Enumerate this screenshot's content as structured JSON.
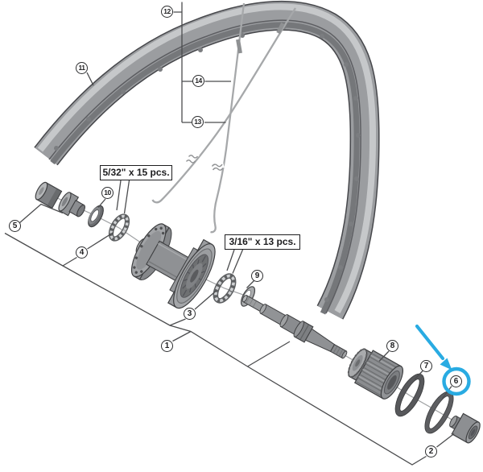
{
  "figure": {
    "type": "exploded-parts-diagram",
    "subject": "bicycle front wheel hub assembly"
  },
  "labels": {
    "left_bearing_qty": "5/32\" x 15 pcs.",
    "right_bearing_qty": "3/16\" x 13 pcs."
  },
  "callouts": [
    {
      "number": "1"
    },
    {
      "number": "2"
    },
    {
      "number": "3"
    },
    {
      "number": "4"
    },
    {
      "number": "5"
    },
    {
      "number": "6"
    },
    {
      "number": "7"
    },
    {
      "number": "8"
    },
    {
      "number": "9"
    },
    {
      "number": "10"
    },
    {
      "number": "11"
    },
    {
      "number": "12"
    },
    {
      "number": "13"
    },
    {
      "number": "14"
    }
  ],
  "highlight": {
    "arrow_color": "#29ABE2",
    "highlighted_callout": "6"
  }
}
